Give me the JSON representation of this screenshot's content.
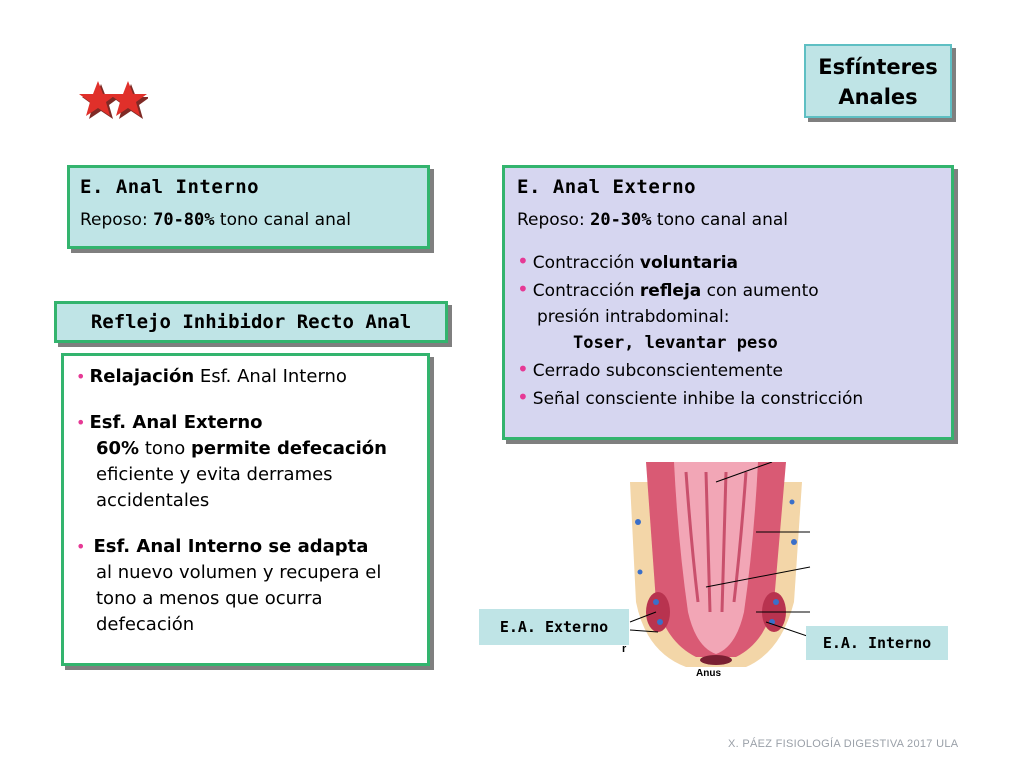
{
  "stars": "**",
  "title": {
    "line1": "Esfínteres",
    "line2": "Anales"
  },
  "interno": {
    "heading": "E. Anal Interno",
    "reposo_label": "Reposo: ",
    "reposo_value": "70-80%",
    "reposo_rest": " tono canal anal"
  },
  "externo": {
    "heading": "E. Anal Externo",
    "reposo_label": "Reposo: ",
    "reposo_value": "20-30%",
    "reposo_rest": " tono canal anal",
    "b1_pre": "Contracción ",
    "b1_bold": "voluntaria",
    "b2_pre": "Contracción ",
    "b2_bold": "refleja",
    "b2_rest": " con aumento",
    "b2_line2": "presión intrabdominal:",
    "b2_line3": "Toser, levantar peso",
    "b3": "Cerrado subconscientemente",
    "b4": "Señal consciente inhibe la constricción"
  },
  "reflejo": {
    "heading": "Reflejo Inhibidor Recto Anal",
    "p1_bold": "Relajación",
    "p1_rest": " Esf. Anal Interno",
    "p2_head": "Esf. Anal Externo",
    "p2_bold1": "60%",
    "p2_mid": " tono ",
    "p2_bold2": "permite defecación",
    "p2_line2": "eficiente y evita derrames",
    "p2_line3": "accidentales",
    "p3_bold": "Esf. Anal Interno se adapta",
    "p3_line2": "al nuevo volumen y recupera el",
    "p3_line3": "tono a menos que ocurra",
    "p3_line4": "defecación"
  },
  "labels": {
    "externo": "E.A. Externo",
    "interno": "E.A. Interno",
    "anus": "Anus",
    "r": "r"
  },
  "footer": "X. PÁEZ   FISIOLOGÍA DIGESTIVA 2017  ULA",
  "colors": {
    "star": "#e0302a",
    "bullet": "#e63995",
    "border": "#33b46e",
    "box": "#bfe4e6",
    "box2": "#d6d6f0"
  }
}
